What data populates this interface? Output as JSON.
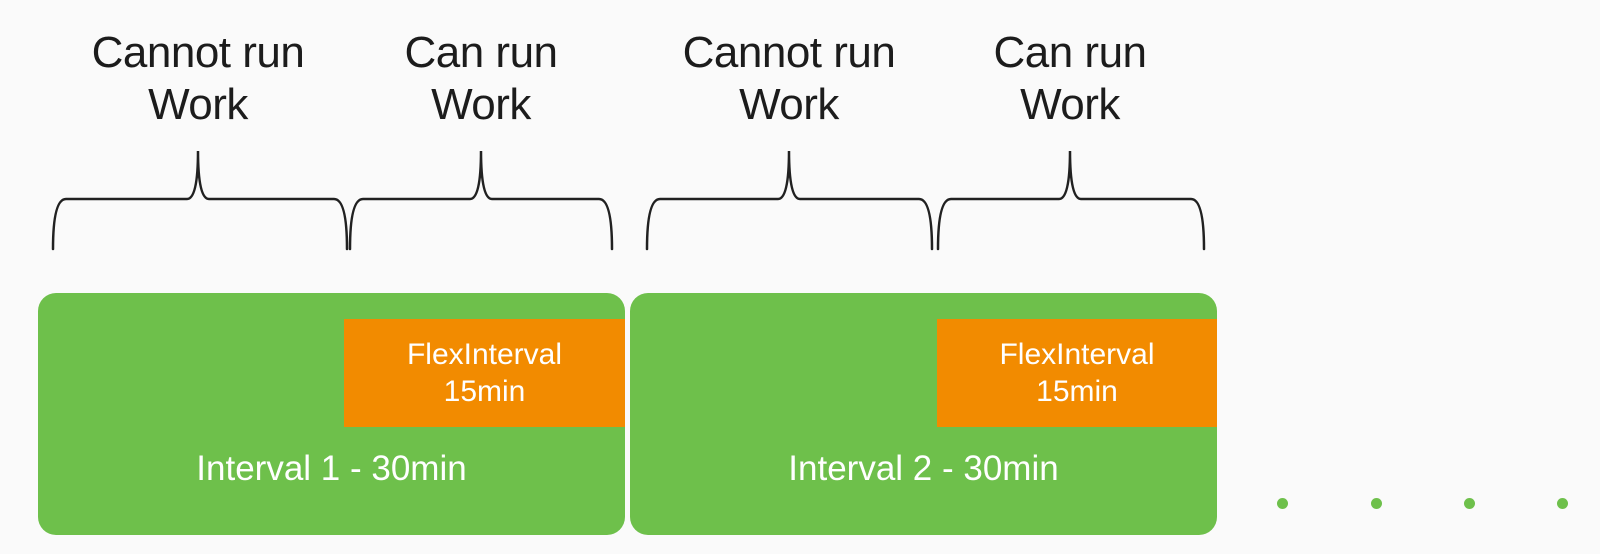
{
  "colors": {
    "background": "#fafafa",
    "interval_green": "#6ec04b",
    "flex_orange": "#f28b00",
    "brace_line": "#212121",
    "annotation_text": "#1c1c1c",
    "box_text": "#ffffff"
  },
  "annotations": [
    {
      "label": "Cannot run\nWork"
    },
    {
      "label": "Can run\nWork"
    },
    {
      "label": "Cannot run\nWork"
    },
    {
      "label": "Can run\nWork"
    }
  ],
  "intervals": [
    {
      "label": "Interval 1 - 30min",
      "flex_label": "FlexInterval\n15min"
    },
    {
      "label": "Interval 2 - 30min",
      "flex_label": "FlexInterval\n15min"
    }
  ],
  "continuation": {
    "dot_count": 4
  }
}
